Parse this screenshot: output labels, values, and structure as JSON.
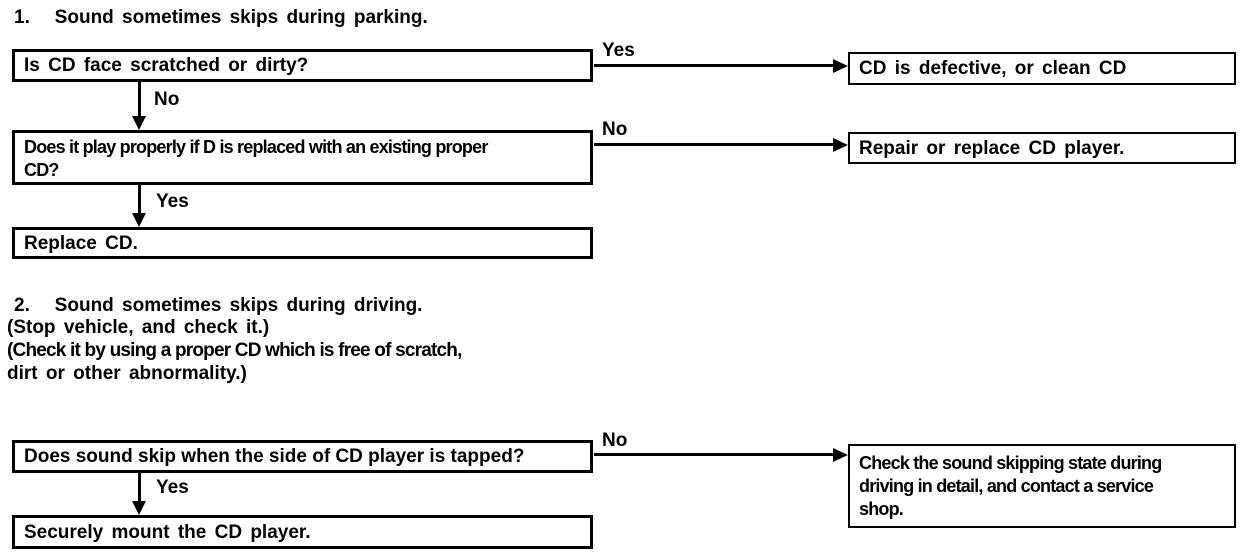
{
  "page": {
    "background": "#ffffff",
    "ink": "#000000"
  },
  "section1": {
    "title": "1.   Sound sometimes skips during parking.",
    "q1": {
      "lines": [
        "Is CD face scratched or dirty?"
      ]
    },
    "r1": {
      "lines": [
        "CD is defective, or clean CD"
      ]
    },
    "q2": {
      "lines": [
        "Does it play properly if D is replaced with an existing proper",
        "CD?"
      ]
    },
    "r2": {
      "lines": [
        "Repair or replace CD player."
      ]
    },
    "a1": {
      "lines": [
        "Replace CD."
      ]
    },
    "labels": {
      "yes1": "Yes",
      "no1": "No",
      "no2": "No",
      "yes2": "Yes"
    }
  },
  "section2": {
    "title": "2.   Sound sometimes skips during driving.",
    "notes": [
      "(Stop vehicle, and check it.)",
      "(Check it by using a proper CD which is free of scratch,",
      "dirt or other abnormality.)"
    ],
    "q1": {
      "lines": [
        "Does sound skip when the side of CD player is tapped?"
      ]
    },
    "r1": {
      "lines": [
        "Check the sound skipping state during",
        "driving in detail, and contact a service",
        "shop."
      ]
    },
    "a1": {
      "lines": [
        "Securely mount the CD player."
      ]
    },
    "labels": {
      "no1": "No",
      "yes1": "Yes"
    }
  }
}
